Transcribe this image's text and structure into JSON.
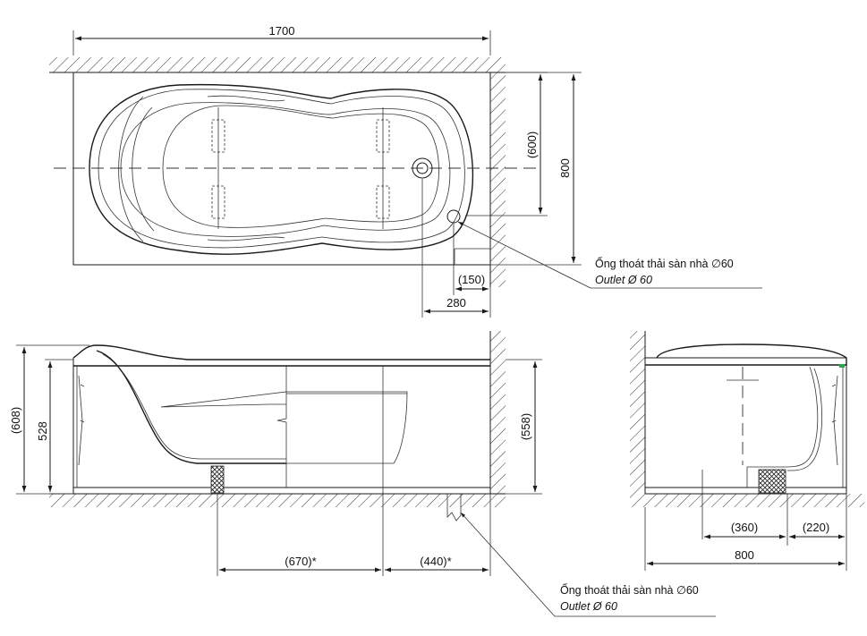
{
  "plan_view": {
    "dim_length": "1700",
    "dim_width": "800",
    "dim_inner_width": "(600)",
    "dim_drain_offset_150": "(150)",
    "dim_drain_offset_280": "280",
    "callout_vi": "Ống thoát thải sàn nhà ∅60",
    "callout_en": "Outlet Ø 60"
  },
  "side_view": {
    "dim_total_height": "(608)",
    "dim_height_528": "528",
    "dim_height_558": "(558)",
    "dim_670": "(670)*",
    "dim_440": "(440)*",
    "callout_vi": "Ống thoát thải sàn nhà ∅60",
    "callout_en": "Outlet Ø 60"
  },
  "end_view": {
    "dim_360": "(360)",
    "dim_220": "(220)",
    "dim_width": "800"
  },
  "colors": {
    "line": "#1a1a1a",
    "green_marker": "#2ea44f"
  }
}
